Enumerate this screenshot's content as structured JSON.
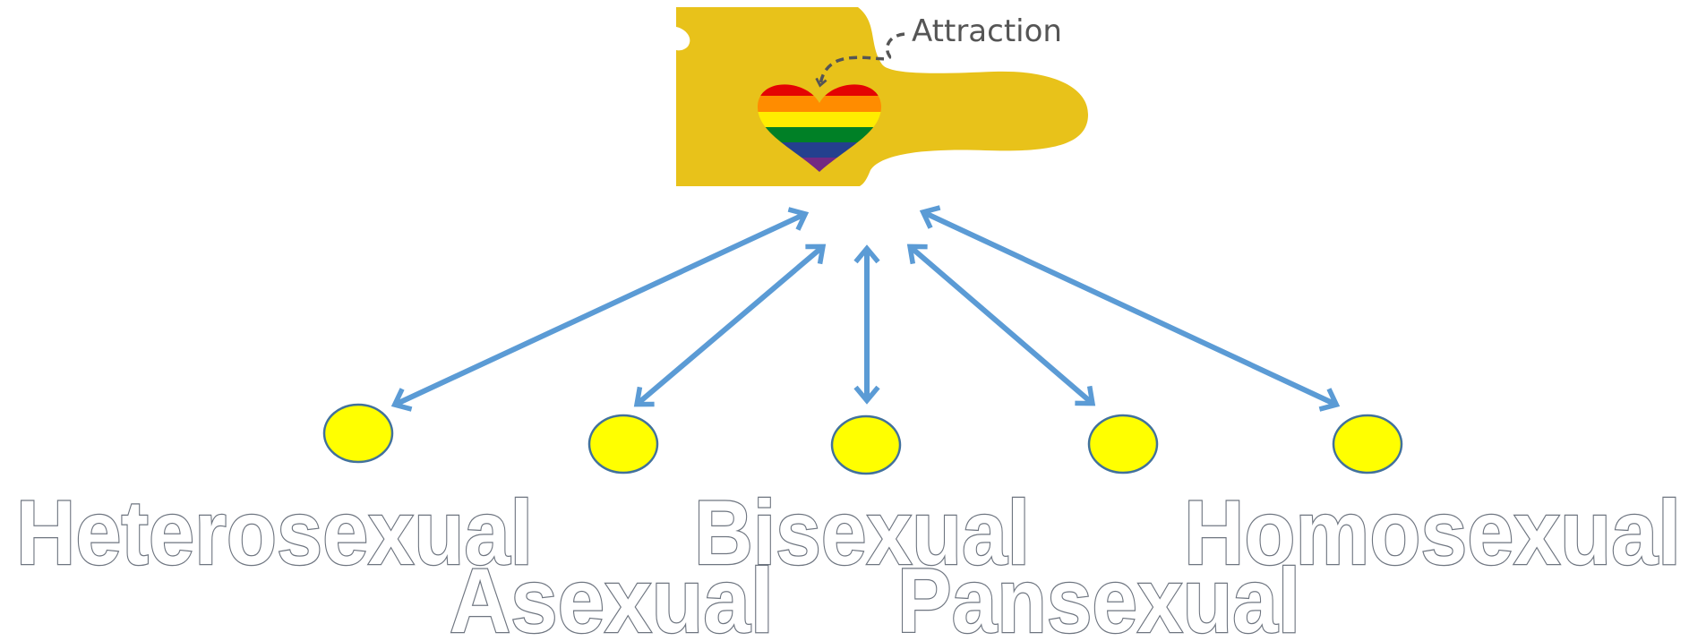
{
  "attraction_label": "Attraction",
  "orientations": {
    "heterosexual": "Heterosexual",
    "bisexual": "Bisexual",
    "homosexual": "Homosexual",
    "asexual": "Asexual",
    "pansexual": "Pansexual"
  },
  "colors": {
    "body": "#e8c21a",
    "arrow": "#5b9bd5",
    "dot_fill": "#ffff00",
    "dot_stroke": "#41719c",
    "label_outline": "#6e7580",
    "rainbow": [
      "#e40303",
      "#ff8c00",
      "#ffed00",
      "#008026",
      "#24408e",
      "#732982"
    ]
  },
  "icons": [
    "heart-icon",
    "dashed-arrow-icon"
  ]
}
